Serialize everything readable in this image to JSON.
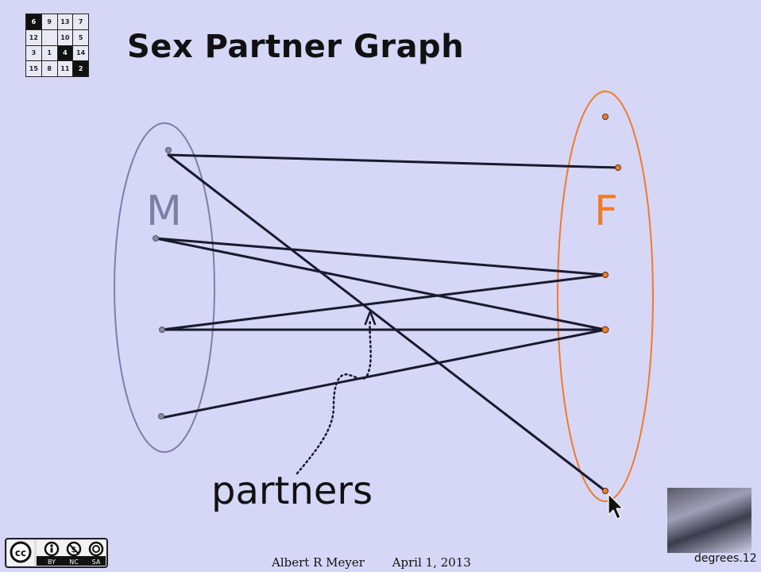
{
  "slide": {
    "title": "Sex Partner Graph",
    "label_m": "M",
    "label_f": "F",
    "partners_label": "partners",
    "author": "Albert R Meyer",
    "date": "April 1, 2013",
    "slide_id": "degrees.12"
  },
  "logo": {
    "cells": [
      "6",
      "9",
      "13",
      "7",
      "12",
      "",
      "10",
      "5",
      "3",
      "1",
      "4",
      "14",
      "15",
      "8",
      "11",
      "2"
    ]
  },
  "license": {
    "cc": "cc",
    "terms": [
      "BY",
      "NC",
      "SA"
    ]
  },
  "colors": {
    "background": "#d6d6f7",
    "set_m": "#7d7fa6",
    "set_f": "#f07b2a",
    "edge": "#1a1a2e"
  }
}
